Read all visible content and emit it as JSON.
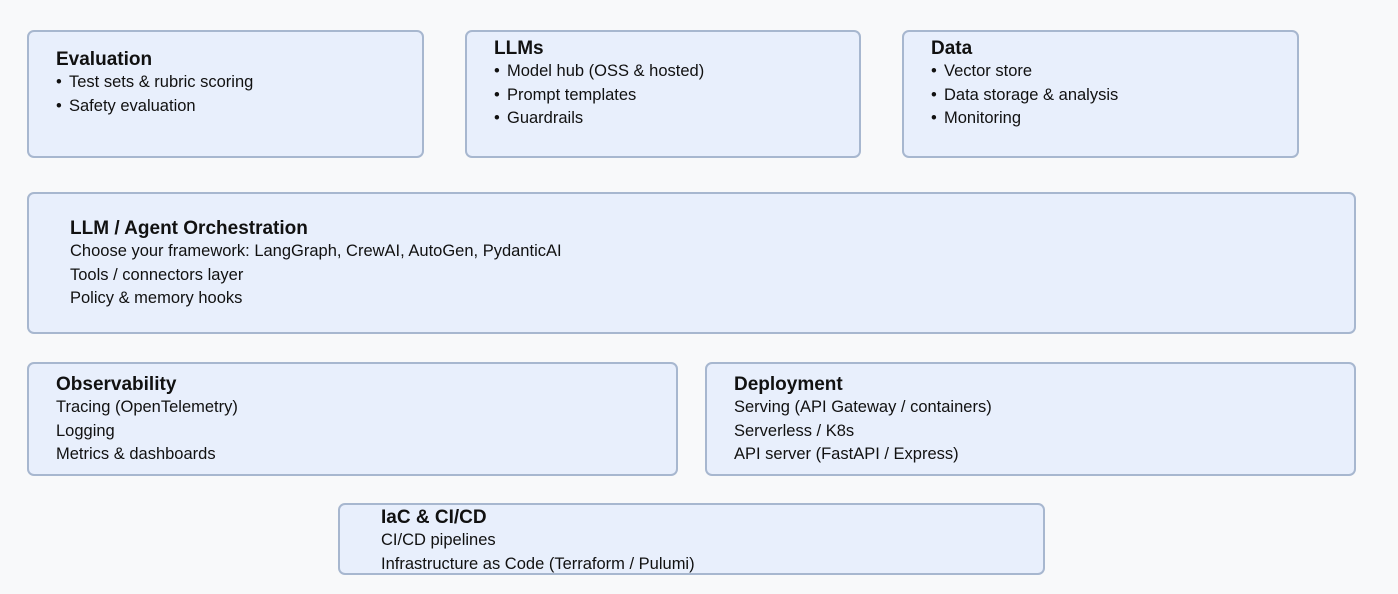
{
  "evaluation": {
    "title": "Evaluation",
    "items": [
      "Test sets & rubric scoring",
      "Safety evaluation"
    ]
  },
  "llms": {
    "title": "LLMs",
    "items": [
      "Model hub (OSS & hosted)",
      "Prompt templates",
      "Guardrails"
    ]
  },
  "data_box": {
    "title": "Data",
    "items": [
      "Vector store",
      "Data storage & analysis",
      "Monitoring"
    ]
  },
  "orchestration": {
    "title": "LLM / Agent Orchestration",
    "items": [
      "Choose your framework: LangGraph, CrewAI, AutoGen, PydanticAI",
      "Tools / connectors layer",
      "Policy & memory hooks"
    ]
  },
  "observability": {
    "title": "Observability",
    "items": [
      "Tracing (OpenTelemetry)",
      "Logging",
      "Metrics & dashboards"
    ]
  },
  "deployment": {
    "title": "Deployment",
    "items": [
      "Serving (API Gateway / containers)",
      "Serverless / K8s",
      "API server (FastAPI / Express)"
    ]
  },
  "iac": {
    "title": "IaC & CI/CD",
    "items": [
      "CI/CD pipelines",
      "Infrastructure as Code (Terraform / Pulumi)"
    ]
  }
}
